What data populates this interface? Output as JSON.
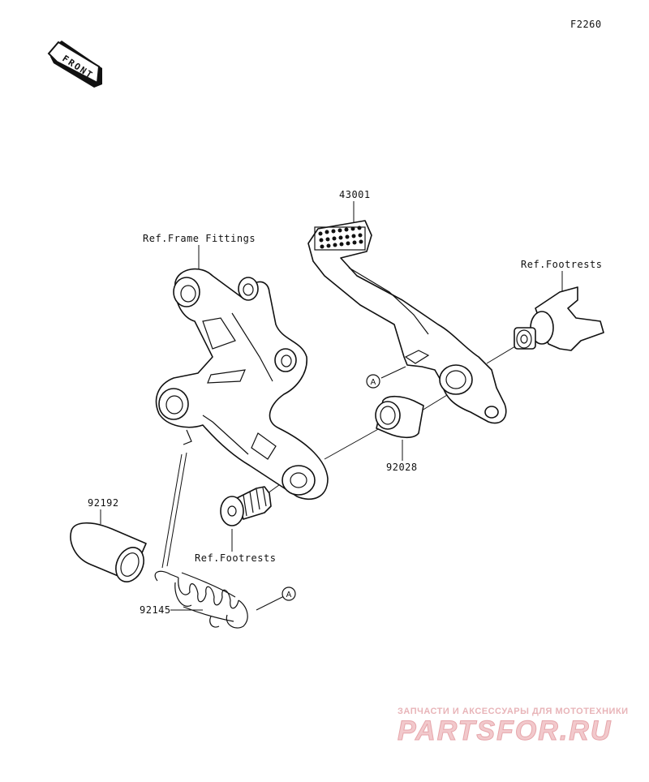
{
  "figure_code": "F2260",
  "front_badge": "FRONT",
  "parts": {
    "pedal": "43001",
    "collar": "92028",
    "sleeve": "92192",
    "spring": "92145"
  },
  "refs": {
    "frame_fittings": "Ref.Frame Fittings",
    "footrests_right": "Ref.Footrests",
    "footrests_bottom": "Ref.Footrests"
  },
  "callout_letter": "A",
  "watermark": {
    "tagline": "ЗАПЧАСТИ И АКСЕССУАРЫ ДЛЯ МОТОТЕХНИКИ",
    "brand": "PARTSFOR.RU",
    "brand_color": "#f2c9cc"
  }
}
